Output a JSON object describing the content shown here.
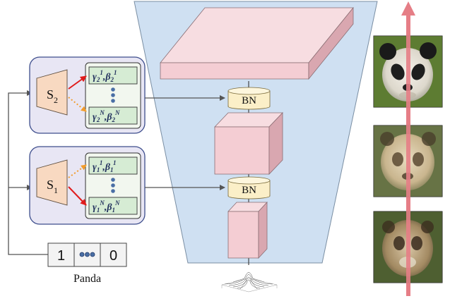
{
  "colors": {
    "funnel_fill": "#cfe0f2",
    "funnel_stroke": "#7a8ea3",
    "block_fill": "#f4cdd3",
    "block_top": "#f7dde1",
    "block_side": "#d9a7b0",
    "bn_fill": "#fbefc8",
    "panel_fill": "#e8e6f4",
    "panel_stroke": "#3d4d8c",
    "param_fill": "#d6ecd4",
    "param_text": "#23325e",
    "selector_fill": "#f8d9c1",
    "arrow_red": "#e01b1b",
    "arrow_orange": "#f29c2b",
    "big_arrow": "#e57e86",
    "line_gray": "#555555"
  },
  "panels": [
    {
      "selector": {
        "base": "S",
        "sub": "2"
      },
      "param_top": {
        "g": "γ",
        "g_sub": "2",
        "g_sup": "1",
        "b": "β",
        "b_sub": "2",
        "b_sup": "1"
      },
      "param_bottom": {
        "g": "γ",
        "g_sub": "2",
        "g_sup": "N",
        "b": "β",
        "b_sub": "2",
        "b_sup": "N"
      }
    },
    {
      "selector": {
        "base": "S",
        "sub": "1"
      },
      "param_top": {
        "g": "γ",
        "g_sub": "1",
        "g_sup": "1",
        "b": "β",
        "b_sub": "1",
        "b_sup": "1"
      },
      "param_bottom": {
        "g": "γ",
        "g_sub": "1",
        "g_sup": "N",
        "b": "β",
        "b_sub": "1",
        "b_sup": "N"
      }
    }
  ],
  "bn_labels": [
    "BN",
    "BN"
  ],
  "class_vector": {
    "first": "1",
    "middle_icon": "ellipsis-dots-icon",
    "last": "0",
    "caption": "Panda"
  },
  "icons": [
    "gaussian-noise-surface-icon",
    "panda-face-image-icon"
  ],
  "output_images": [
    "panda-output-sharp",
    "panda-output-blurred-pale",
    "panda-output-blurred-dark"
  ]
}
